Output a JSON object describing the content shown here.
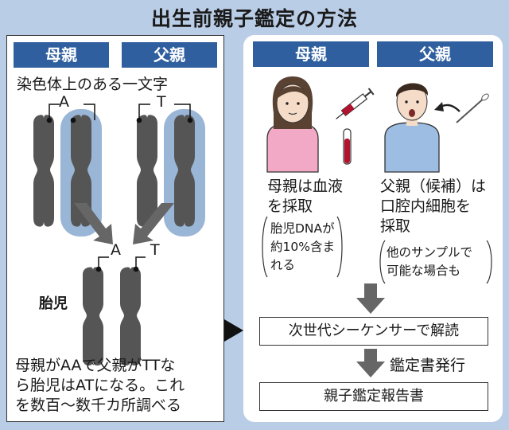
{
  "title": "出生前親子鑑定の方法",
  "left": {
    "tab_mother": "母親",
    "tab_father": "父親",
    "caption": "染色体上のある一文字",
    "letter_mother": "A",
    "letter_father": "T",
    "fetus_letter_a": "A",
    "fetus_letter_t": "T",
    "fetus_label": "胎児",
    "description": [
      "母親がAAで父親がTTな",
      "ら胎児はATになる。これ",
      "を数百〜数千カ所調べる"
    ]
  },
  "right": {
    "tab_mother": "母親",
    "tab_father": "父親",
    "mother_text": [
      "母親は血液",
      "を採取"
    ],
    "mother_note": [
      "胎児DNAが",
      "約10%含ま",
      "れる"
    ],
    "father_text": [
      "父親（候補）は",
      "口腔内細胞を",
      "採取"
    ],
    "father_note": [
      "他のサンプルで",
      "可能な場合も"
    ],
    "step_sequencer": "次世代シーケンサーで解読",
    "step_issue": "鑑定書発行",
    "step_report": "親子鑑定報告書"
  },
  "colors": {
    "background": "#b9cde6",
    "tab": "#2f5f9e",
    "chromosome": "#555555",
    "highlight": "#9ab6d6",
    "arrow": "#666666",
    "blood": "#b3122f",
    "mother_shirt": "#f2a9c6",
    "father_shirt": "#9dbde3"
  }
}
